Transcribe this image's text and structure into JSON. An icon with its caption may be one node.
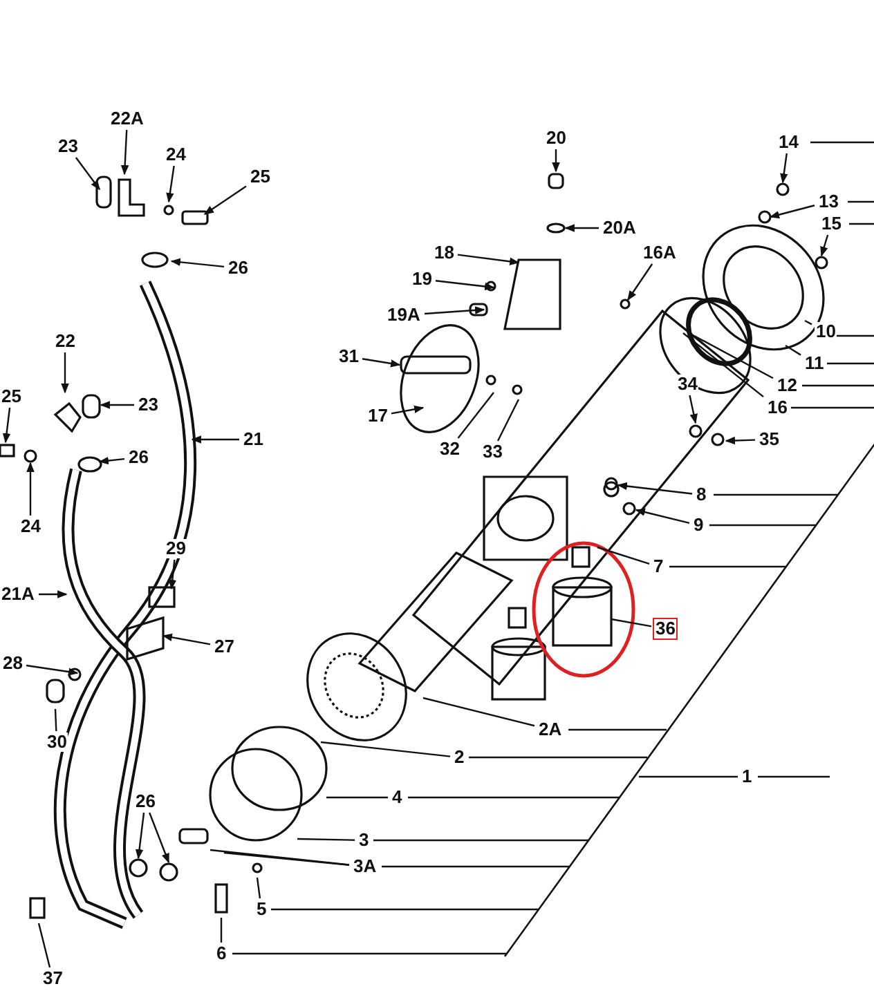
{
  "diagram": {
    "nodes": [
      {
        "text": [
          "22A"
        ]
      },
      {
        "text": [
          "20"
        ]
      },
      {
        "text": [
          "14"
        ]
      },
      {
        "text": [
          "23"
        ]
      },
      {
        "text": [
          "24"
        ]
      },
      {
        "text": [
          "25"
        ]
      },
      {
        "text": [
          "13"
        ]
      },
      {
        "text": [
          "15"
        ]
      },
      {
        "text": [
          "20A"
        ]
      },
      {
        "text": [
          "26"
        ]
      },
      {
        "text": [
          "16A"
        ]
      },
      {
        "text": [
          "18"
        ]
      },
      {
        "text": [
          "19"
        ]
      },
      {
        "text": [
          "19A"
        ]
      },
      {
        "text": [
          "10"
        ]
      },
      {
        "text": [
          "31"
        ]
      },
      {
        "text": [
          "11"
        ]
      },
      {
        "text": [
          "12"
        ]
      },
      {
        "text": [
          "22"
        ]
      },
      {
        "text": [
          "25"
        ]
      },
      {
        "text": [
          "23"
        ]
      },
      {
        "text": [
          "17"
        ]
      },
      {
        "text": [
          "16"
        ]
      },
      {
        "text": [
          "34"
        ]
      },
      {
        "text": [
          "32"
        ]
      },
      {
        "text": [
          "33"
        ]
      },
      {
        "text": [
          "35"
        ]
      },
      {
        "text": [
          "21"
        ]
      },
      {
        "text": [
          "26"
        ]
      },
      {
        "text": [
          "24"
        ]
      },
      {
        "text": [
          "8"
        ]
      },
      {
        "text": [
          "9"
        ]
      },
      {
        "text": [
          "21A"
        ]
      },
      {
        "text": [
          "7"
        ]
      },
      {
        "text": [
          "29"
        ]
      },
      {
        "text": [
          "36"
        ]
      },
      {
        "text": [
          "27"
        ]
      },
      {
        "text": [
          "28"
        ]
      },
      {
        "text": [
          "30"
        ]
      },
      {
        "text": [
          "2A"
        ]
      },
      {
        "text": [
          "2"
        ]
      },
      {
        "text": [
          "1"
        ]
      },
      {
        "text": [
          "4"
        ]
      },
      {
        "text": [
          "26"
        ]
      },
      {
        "text": [
          "3"
        ]
      },
      {
        "text": [
          "3A"
        ]
      },
      {
        "text": [
          "5"
        ]
      },
      {
        "text": [
          "6"
        ]
      },
      {
        "text": [
          "37"
        ]
      }
    ],
    "edges": [
      {
        "from": 0,
        "to": null,
        "arrow": "to"
      },
      {
        "from": 1,
        "to": null,
        "arrow": "to"
      },
      {
        "from": 2,
        "to": null,
        "arrow": "to"
      },
      {
        "from": 3,
        "to": null,
        "arrow": "to"
      },
      {
        "from": 4,
        "to": null,
        "arrow": "to"
      },
      {
        "from": 5,
        "to": null,
        "arrow": "to"
      },
      {
        "from": 6,
        "to": null,
        "arrow": "to"
      },
      {
        "from": 7,
        "to": null,
        "arrow": "to"
      },
      {
        "from": 8,
        "to": null,
        "arrow": "to"
      },
      {
        "from": 9,
        "to": null,
        "arrow": "to"
      },
      {
        "from": 10,
        "to": null,
        "arrow": "to"
      },
      {
        "from": 11,
        "to": null,
        "arrow": "to"
      },
      {
        "from": 12,
        "to": null,
        "arrow": "to"
      },
      {
        "from": 13,
        "to": null,
        "arrow": "to"
      },
      {
        "from": 14,
        "to": null,
        "arrow": "none"
      },
      {
        "from": 15,
        "to": null,
        "arrow": "to"
      },
      {
        "from": 16,
        "to": null,
        "arrow": "none"
      },
      {
        "from": 17,
        "to": null,
        "arrow": "none"
      },
      {
        "from": 18,
        "to": null,
        "arrow": "to"
      },
      {
        "from": 19,
        "to": null,
        "arrow": "to"
      },
      {
        "from": 20,
        "to": null,
        "arrow": "to"
      },
      {
        "from": 21,
        "to": null,
        "arrow": "to"
      },
      {
        "from": 22,
        "to": null,
        "arrow": "none"
      },
      {
        "from": 23,
        "to": null,
        "arrow": "to"
      },
      {
        "from": 24,
        "to": null,
        "arrow": "none"
      },
      {
        "from": 25,
        "to": null,
        "arrow": "none"
      },
      {
        "from": 26,
        "to": null,
        "arrow": "to"
      },
      {
        "from": 27,
        "to": null,
        "arrow": "to"
      },
      {
        "from": 28,
        "to": null,
        "arrow": "to"
      },
      {
        "from": 29,
        "to": null,
        "arrow": "to"
      },
      {
        "from": 30,
        "to": null,
        "arrow": "to"
      },
      {
        "from": 31,
        "to": null,
        "arrow": "to"
      },
      {
        "from": 32,
        "to": null,
        "arrow": "to"
      },
      {
        "from": 33,
        "to": null,
        "arrow": "none"
      },
      {
        "from": 34,
        "to": null,
        "arrow": "to"
      },
      {
        "from": 35,
        "to": null,
        "arrow": "none"
      },
      {
        "from": 36,
        "to": null,
        "arrow": "to"
      },
      {
        "from": 37,
        "to": null,
        "arrow": "to"
      },
      {
        "from": 38,
        "to": null,
        "arrow": "none"
      },
      {
        "from": 39,
        "to": null,
        "arrow": "none"
      },
      {
        "from": 40,
        "to": null,
        "arrow": "none"
      },
      {
        "from": 41,
        "to": null,
        "arrow": "none"
      },
      {
        "from": 42,
        "to": null,
        "arrow": "none"
      },
      {
        "from": 43,
        "to": null,
        "arrow": "to"
      },
      {
        "from": 43,
        "to": null,
        "arrow": "to"
      },
      {
        "from": 44,
        "to": null,
        "arrow": "none"
      },
      {
        "from": 45,
        "to": null,
        "arrow": "none"
      },
      {
        "from": 45,
        "to": null,
        "arrow": "none"
      },
      {
        "from": 46,
        "to": null,
        "arrow": "none"
      },
      {
        "from": 47,
        "to": null,
        "arrow": "none"
      },
      {
        "from": 48,
        "to": null,
        "arrow": "none"
      }
    ]
  }
}
